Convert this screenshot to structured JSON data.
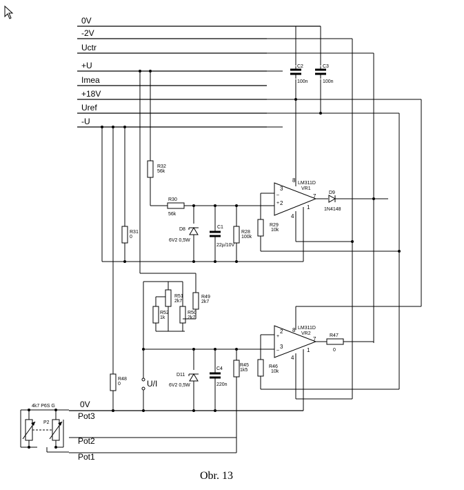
{
  "bus_labels": [
    "0V",
    "-2V",
    "Uctr",
    "+U",
    "Imea",
    "+18V",
    "Uref",
    "-U"
  ],
  "bottom_labels": [
    "0V",
    "Pot3",
    "Pot2",
    "Pot1"
  ],
  "components": {
    "r32": {
      "name": "R32",
      "value": "56k"
    },
    "r30": {
      "name": "R30",
      "value": "56k"
    },
    "r31": {
      "name": "R31",
      "value": "0"
    },
    "r28": {
      "name": "R28",
      "value": "100k"
    },
    "r29": {
      "name": "R29",
      "value": "10k"
    },
    "d8": {
      "name": "D8",
      "value": "6V2 0,5W"
    },
    "c1": {
      "name": "C1",
      "value": "22µ/10V"
    },
    "c2": {
      "name": "C2",
      "value": "100n"
    },
    "c3": {
      "name": "C3",
      "value": "100n"
    },
    "vr1": {
      "name": "VR1",
      "part": "LM311D",
      "pins": [
        "8",
        "3",
        "2",
        "4",
        "7",
        "1"
      ]
    },
    "d9": {
      "name": "D9",
      "value": "1N4148"
    },
    "r51": {
      "name": "R51",
      "value": "2k7"
    },
    "r49": {
      "name": "R49",
      "value": "2k7"
    },
    "r52": {
      "name": "R52",
      "value": "1k"
    },
    "r50": {
      "name": "R50",
      "value": "2k7"
    },
    "vr2": {
      "name": "VR2",
      "part": "LM311D",
      "pins": [
        "2",
        "8",
        "3",
        "4",
        "7",
        "1"
      ]
    },
    "r47": {
      "name": "R47",
      "value": "0"
    },
    "r46": {
      "name": "R46",
      "value": "10k"
    },
    "d11": {
      "name": "D11",
      "value": "6V2 0,5W"
    },
    "c4": {
      "name": "C4",
      "value": "220n"
    },
    "r45": {
      "name": "R45",
      "value": "1k5"
    },
    "r48": {
      "name": "R48",
      "value": "0"
    },
    "ui": {
      "label": "U/I"
    },
    "p2": {
      "name": "P2",
      "value": "4k7 P6S G"
    }
  },
  "caption": "Obr. 13"
}
